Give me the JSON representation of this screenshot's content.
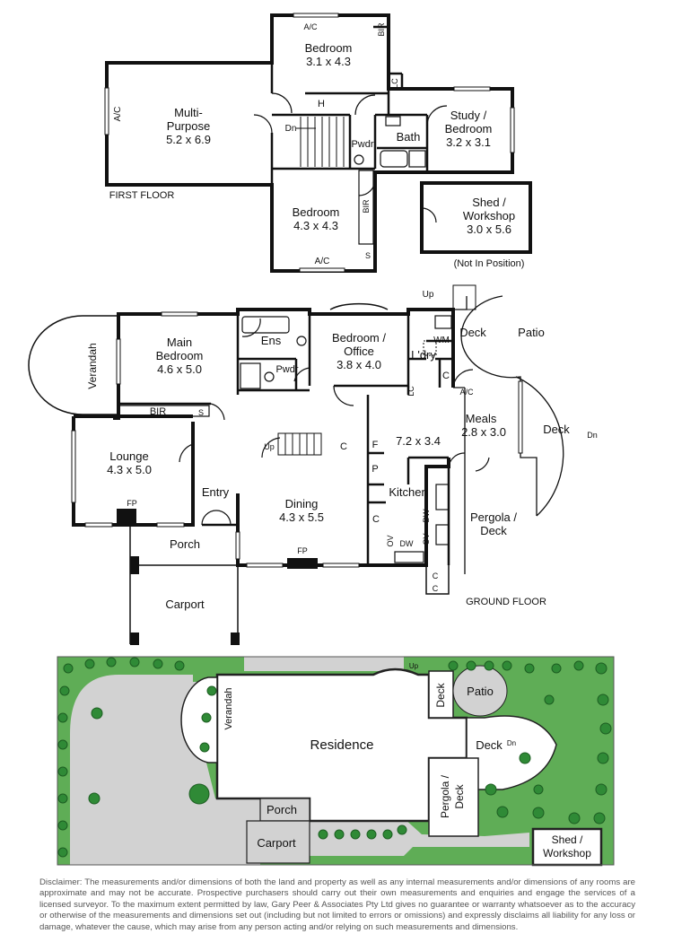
{
  "first_floor": {
    "level_label": "FIRST FLOOR",
    "bedroom_north": {
      "name": "Bedroom",
      "size": "3.1 x 4.3"
    },
    "multi_purpose": {
      "name_1": "Multi-",
      "name_2": "Purpose",
      "size": "5.2 x 6.9"
    },
    "study": {
      "name_1": "Study /",
      "name_2": "Bedroom",
      "size": "3.2 x 3.1"
    },
    "bedroom_south": {
      "name": "Bedroom",
      "size": "4.3 x 4.3"
    },
    "bath": "Bath",
    "powder": "Pwdr",
    "stair": "Dn",
    "hall_mark": "H",
    "built_in_robe": "BIR",
    "linen_cupboard": "LC",
    "storage": "S",
    "aircon": "A/C"
  },
  "shed": {
    "name_1": "Shed /",
    "name_2": "Workshop",
    "size": "3.0 x 5.6",
    "note": "(Not In Position)"
  },
  "ground_floor": {
    "level_label": "GROUND FLOOR",
    "verandah": "Verandah",
    "main_bedroom": {
      "name_1": "Main",
      "name_2": "Bedroom",
      "size": "4.6 x 5.0"
    },
    "ensuite": "Ens",
    "powder": "Pwdr",
    "bedroom_office": {
      "name_1": "Bedroom /",
      "name_2": "Office",
      "size": "3.8 x 4.0"
    },
    "laundry": "L'dry",
    "washing_machine": "WM",
    "deck_north": "Deck",
    "patio": "Patio",
    "deck_east": "Deck",
    "deck_stair": "Dn",
    "top_stair": "Up",
    "built_in_robe": "BIR",
    "storage": "S",
    "lounge": {
      "name": "Lounge",
      "size": "4.3 x 5.0"
    },
    "stair": "Up",
    "cupboard": "C",
    "fridge": "F",
    "pantry": "P",
    "living_size": "7.2 x 3.4",
    "meals": {
      "name": "Meals",
      "size": "2.8 x 3.0"
    },
    "linen_cupboard": "LC",
    "aircon": "A/C",
    "entry": "Entry",
    "dining": {
      "name": "Dining",
      "size": "4.3 x 5.5"
    },
    "kitchen": "Kitchen",
    "dishwasher": "DW",
    "oven": "OV",
    "fireplace": "FP",
    "pergola": {
      "name_1": "Pergola /",
      "name_2": "Deck"
    },
    "porch": "Porch",
    "carport": "Carport"
  },
  "site_plan": {
    "residence": "Residence",
    "verandah": "Verandah",
    "deck_north": "Deck",
    "patio": "Patio",
    "deck_east": "Deck",
    "deck_stair": "Dn",
    "top_stair": "Up",
    "pergola_1": "Pergola /",
    "pergola_2": "Deck",
    "porch": "Porch",
    "carport": "Carport",
    "shed_1": "Shed /",
    "shed_2": "Workshop"
  },
  "disclaimer": "Disclaimer: The measurements and/or dimensions of both the land and property as well as any internal measurements and/or dimensions of any rooms are approximate and may not be accurate. Prospective purchasers should carry out their own measurements and enquiries and engage the services of a licensed surveyor. To the maximum extent permitted by law, Gary Peer & Associates Pty Ltd gives no guarantee or warranty whatsoever as to the accuracy or otherwise of the measurements and dimensions set out (including but not limited to errors or omissions) and expressly disclaims all liability for any loss or damage, whatever the cause, which may arise from any person acting and/or relying on such measurements and dimensions.",
  "colors": {
    "wall": "#111111",
    "lawn": "#5fad56",
    "tree": "#2f8a36",
    "paving": "#d2d2d2",
    "outline": "#222222"
  }
}
